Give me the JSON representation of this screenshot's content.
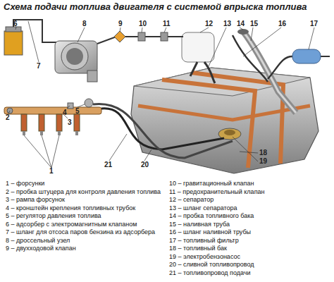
{
  "diagram": {
    "title": "Схема подачи топлива двигателя с системой впрыска топлива",
    "labels": [
      "6",
      "8",
      "9",
      "10",
      "11",
      "12",
      "13",
      "14",
      "15",
      "16",
      "17",
      "7",
      "2",
      "4",
      "5",
      "3",
      "18",
      "19",
      "21",
      "20",
      "1",
      "1 – форсунки",
      "2 – пробка штуцера для контроля давления топлива",
      "3 – рампа форсунок",
      "4 – кронштейн крепления топливных трубок",
      "5 – регулятор давления топлива",
      "6 – адсорбер с электромагнитным клапаном",
      "7 – шланг для отсоса паров бензина из адсорбера",
      "8 – дроссельный узел",
      "9 – двухходовой клапан",
      "10 – гравитационный клапан",
      "11 – предохранительный клапан",
      "12 – сепаратор",
      "13 – шланг сепаратора",
      "14 – пробка топливного бака",
      "15 – наливная труба",
      "16 – шланг наливной трубы",
      "17 – топливный фильтр",
      "18 – топливный бак",
      "19 – электробензонасос",
      "20 – сливной топливопровод",
      "21 – топливопровод подачи"
    ]
  }
}
